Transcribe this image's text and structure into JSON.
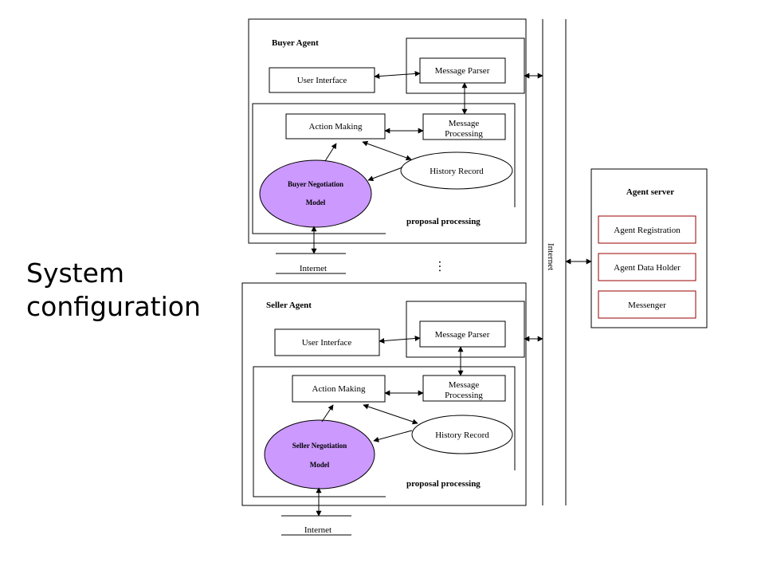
{
  "slide": {
    "title": "System configuration"
  },
  "buyer": {
    "title": "Buyer Agent",
    "user_interface": "User Interface",
    "message_parser": "Message Parser",
    "action_making": "Action Making",
    "message_processing_1": "Message",
    "message_processing_2": "Processing",
    "history_record": "History Record",
    "model_1": "Buyer Negotiation",
    "model_2": "Model",
    "proposal_processing": "proposal processing",
    "internet": "Internet"
  },
  "seller": {
    "title": "Seller Agent",
    "user_interface": "User Interface",
    "message_parser": "Message Parser",
    "action_making": "Action Making",
    "message_processing_1": "Message",
    "message_processing_2": "Processing",
    "history_record": "History Record",
    "model_1": "Seller Negotiation",
    "model_2": "Model",
    "proposal_processing": "proposal processing",
    "internet": "Internet"
  },
  "server": {
    "title": "Agent server",
    "registration": "Agent Registration",
    "data_holder": "Agent Data Holder",
    "messenger": "Messenger"
  },
  "bus": {
    "label": "Internet"
  },
  "ellipsis": "…",
  "colors": {
    "model_fill": "#cc99ff",
    "server_box_border": "#990000"
  }
}
